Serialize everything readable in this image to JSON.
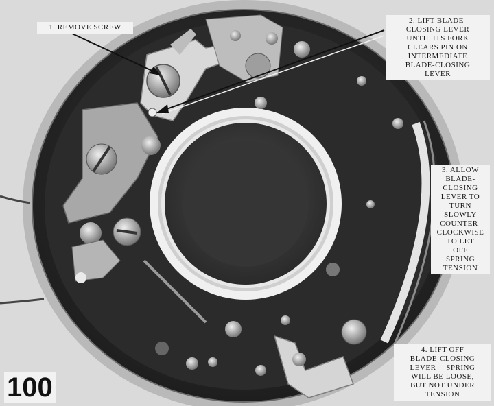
{
  "figure_number": "100",
  "callouts": [
    {
      "step": "1.",
      "text": "REMOVE SCREW"
    },
    {
      "step": "2.",
      "lines": [
        "LIFT BLADE-",
        "CLOSING LEVER",
        "UNTIL ITS FORK",
        "CLEARS PIN ON",
        "INTERMEDIATE",
        "BLADE-CLOSING",
        "LEVER"
      ]
    },
    {
      "step": "3.",
      "lines": [
        "ALLOW",
        "BLADE-",
        "CLOSING",
        "LEVER TO",
        "TURN",
        "SLOWLY",
        "COUNTER-",
        "CLOCKWISE",
        "TO LET",
        "OFF",
        "SPRING",
        "TENSION"
      ]
    },
    {
      "step": "4.",
      "lines": [
        "LIFT OFF",
        "BLADE-CLOSING",
        "LEVER -- SPRING",
        "WILL BE LOOSE,",
        "BUT NOT UNDER",
        "TENSION"
      ]
    }
  ]
}
